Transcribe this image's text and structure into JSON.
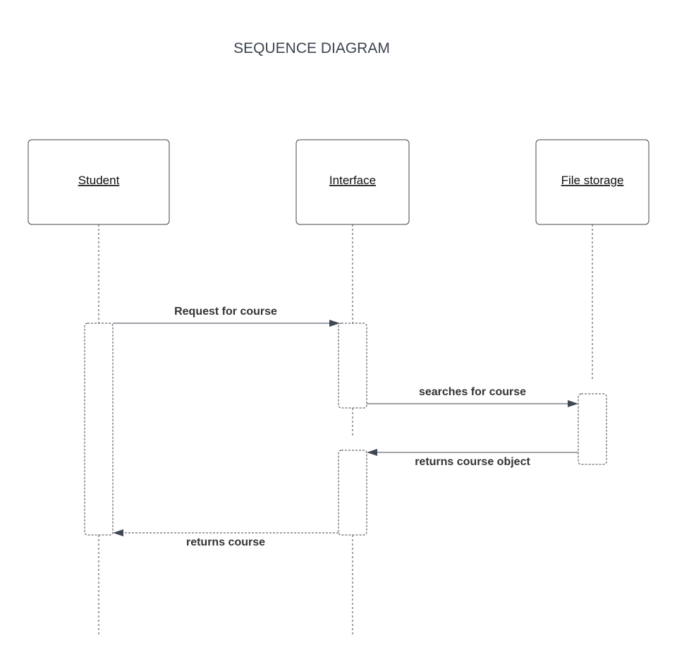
{
  "diagram": {
    "title": "SEQUENCE DIAGRAM",
    "actors": [
      {
        "name": "Student"
      },
      {
        "name": "Interface"
      },
      {
        "name": "File storage"
      }
    ],
    "messages": [
      {
        "label": "Request for course",
        "from": "Student",
        "to": "Interface",
        "style": "solid"
      },
      {
        "label": "searches for course",
        "from": "Interface",
        "to": "File storage",
        "style": "solid"
      },
      {
        "label": "returns course object",
        "from": "File storage",
        "to": "Interface",
        "style": "solid"
      },
      {
        "label": "returns course",
        "from": "Interface",
        "to": "Student",
        "style": "dashed"
      }
    ],
    "colors": {
      "line": "#3f4752",
      "title": "#3a4350",
      "label": "#333333"
    }
  }
}
